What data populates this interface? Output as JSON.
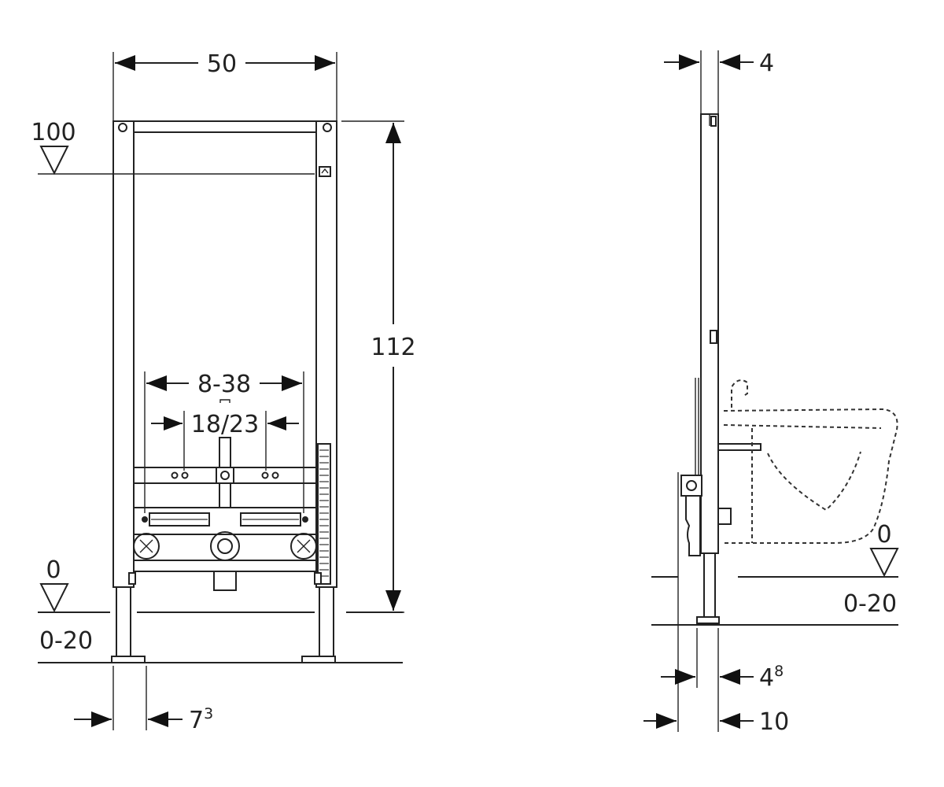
{
  "front_view": {
    "width_total": "50",
    "level_100": "100",
    "height_total": "112",
    "connection_range": "8-38",
    "connection_spacing": "18/23",
    "level_0": "0",
    "floor_range": "0-20",
    "leg_offset_main": "7",
    "leg_offset_sup": "3"
  },
  "side_view": {
    "depth_frame": "4",
    "level_0": "0",
    "floor_range": "0-20",
    "foot_offset_main": "4",
    "foot_offset_sup": "8",
    "foot_depth": "10"
  }
}
